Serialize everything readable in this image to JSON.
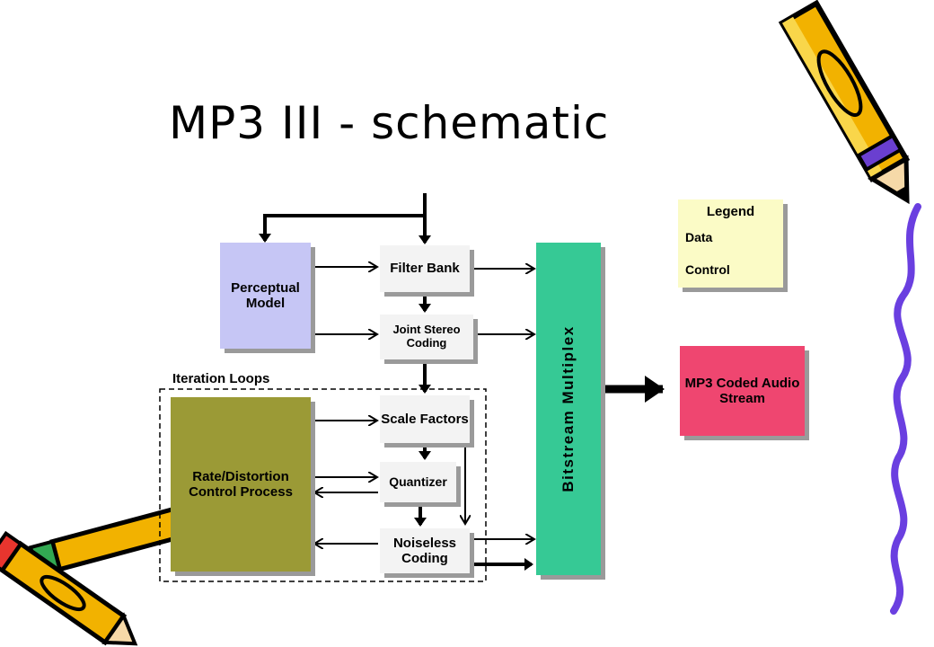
{
  "title": "MP3 III - schematic",
  "blocks": {
    "perceptual_model": "Perceptual Model",
    "filter_bank": "Filter Bank",
    "joint_stereo": "Joint Stereo Coding",
    "scale_factors": "Scale Factors",
    "quantizer": "Quantizer",
    "noiseless_coding": "Noiseless Coding",
    "rate_distortion": "Rate/Distortion Control Process",
    "bitstream_multiplex": "Bitstream Multiplex",
    "mp3_output": "MP3 Coded Audio Stream"
  },
  "iteration_loops_label": "Iteration Loops",
  "legend": {
    "title": "Legend",
    "data": "Data",
    "control": "Control"
  },
  "colors": {
    "perceptual_model": "#c6c6f5",
    "process_block": "#f3f3f3",
    "rate_distortion": "#9b9a36",
    "bitstream": "#36c995",
    "mp3_output": "#ef4670",
    "legend_bg": "#fbfbc6"
  },
  "decorations": [
    "pencil-icon",
    "pencil-icon",
    "pencil-icon",
    "squiggle-border"
  ]
}
